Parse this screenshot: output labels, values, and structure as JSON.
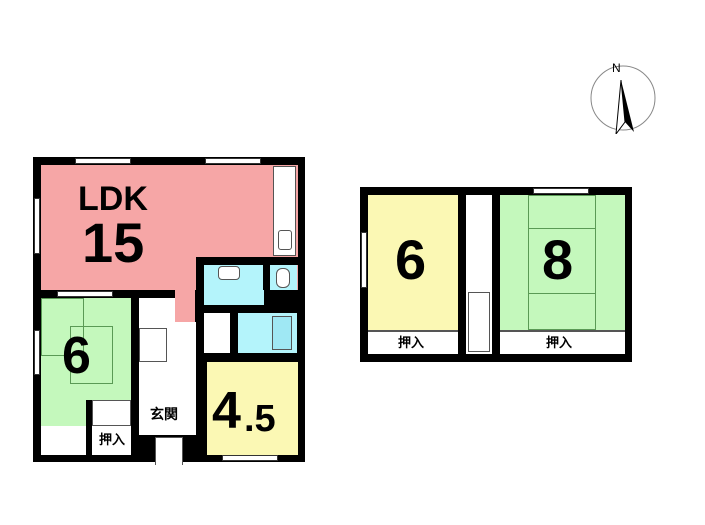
{
  "floor1": {
    "ldk_label": "LDK",
    "ldk_size": "15",
    "washitsu_size": "6",
    "oshiire": "押入",
    "genkan": "玄関",
    "room45_size": "4",
    "room45_decimal": ".5"
  },
  "floor2": {
    "room_west_size": "6",
    "room_east_size": "8",
    "oshiire_west": "押入",
    "oshiire_east": "押入"
  },
  "compass": {
    "label": "N"
  },
  "colors": {
    "ldk": "#f6a6a6",
    "tatami": "#c4f8bc",
    "western": "#fbf8b4",
    "wet": "#b4f4fb"
  }
}
